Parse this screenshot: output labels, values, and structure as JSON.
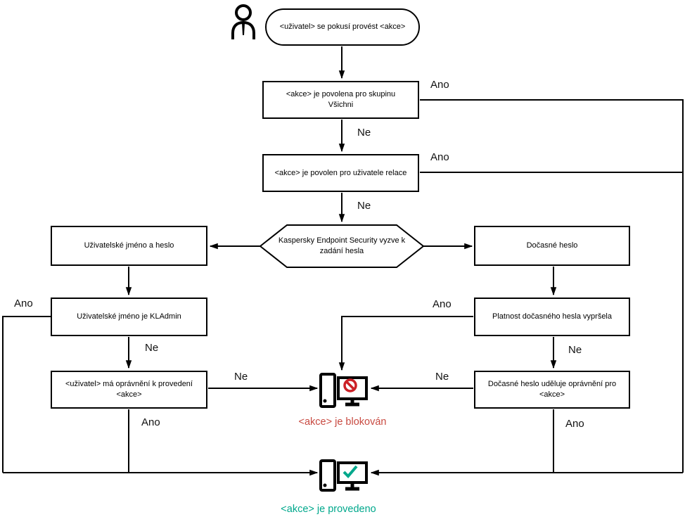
{
  "nodes": {
    "start": "<uživatel> se pokusí provést <akce>",
    "allowed_group": "<akce> je povolena pro skupinu Všichni",
    "allowed_session": "<akce> je povolen pro uživatele relace",
    "prompt": "Kaspersky Endpoint Security vyzve k zadání hesla",
    "username_password": "Uživatelské jméno a heslo",
    "kladmin": "Uživatelské jméno je KLAdmin",
    "user_permission": "<uživatel> má oprávnění k provedení <akce>",
    "temp_password": "Dočasné heslo",
    "temp_expired": "Platnost dočasného hesla vypršela",
    "temp_grants": "Dočasné heslo uděluje oprávnění pro <akce>",
    "blocked": "<akce> je blokován",
    "done": "<akce> je provedeno"
  },
  "edge_labels": {
    "yes": "Ano",
    "no": "Ne"
  },
  "icons": {
    "person": "person-icon",
    "blocked": "computer-blocked-icon",
    "done": "computer-success-icon"
  },
  "colors": {
    "line": "#000000",
    "blocked_red": "#c84a41",
    "prohibition_red": "#cc2127",
    "success_teal": "#00a88c"
  }
}
